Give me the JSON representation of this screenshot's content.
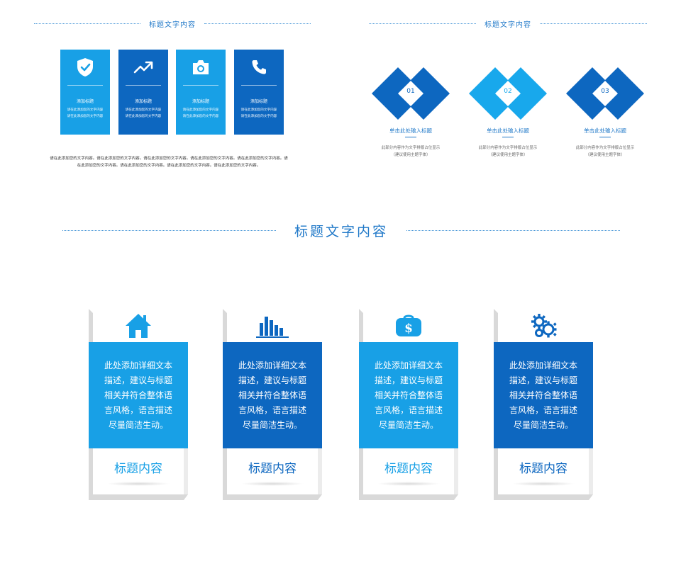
{
  "top_left": {
    "title": "标题文字内容",
    "cards": [
      {
        "icon": "shield-check-icon",
        "title": "添加标题",
        "line1": "请在此添加您的文字内容",
        "line2": "请在此添加您的文字内容",
        "color": "#18a0e6"
      },
      {
        "icon": "trend-up-icon",
        "title": "添加标题",
        "line1": "请在此添加您的文字内容",
        "line2": "请在此添加您的文字内容",
        "color": "#0d67c0"
      },
      {
        "icon": "camera-icon",
        "title": "添加标题",
        "line1": "请在此添加您的文字内容",
        "line2": "请在此添加您的文字内容",
        "color": "#18a0e6"
      },
      {
        "icon": "phone-icon",
        "title": "添加标题",
        "line1": "请在此添加您的文字内容",
        "line2": "请在此添加您的文字内容",
        "color": "#0d67c0"
      }
    ],
    "paragraph": "请在此添加您的文字内容。请在此添加您的文字内容。请在此添加您的文字内容。请在此添加您的文字内容。请在此添加您的文字内容。请在此添加您的文字内容。请在此添加您的文字内容。请在此添加您的文字内容。请在此添加您的文字内容。"
  },
  "top_right": {
    "title": "标题文字内容",
    "items": [
      {
        "num": "01",
        "title": "单击此处输入标题",
        "desc1": "此部分内容作为文字排版占位显示",
        "desc2": "（建议使用主题字体）",
        "color": "#0d67c0"
      },
      {
        "num": "02",
        "title": "单击此处输入标题",
        "desc1": "此部分内容作为文字排版占位显示",
        "desc2": "（建议使用主题字体）",
        "color": "#18a8ec"
      },
      {
        "num": "03",
        "title": "单击此处输入标题",
        "desc1": "此部分内容作为文字排版占位显示",
        "desc2": "（建议使用主题字体）",
        "color": "#0d67c0"
      }
    ]
  },
  "middle": {
    "title": "标题文字内容"
  },
  "bottom": {
    "cards": [
      {
        "icon": "house-icon",
        "text": "此处添加详细文本描述，建议与标题相关并符合整体语言风格，语言描述尽量简洁生动。",
        "title": "标题内容",
        "color": "#18a0e6"
      },
      {
        "icon": "bar-chart-icon",
        "text": "此处添加详细文本描述，建议与标题相关并符合整体语言风格，语言描述尽量简洁生动。",
        "title": "标题内容",
        "color": "#0d67c0"
      },
      {
        "icon": "money-bag-icon",
        "text": "此处添加详细文本描述，建议与标题相关并符合整体语言风格，语言描述尽量简洁生动。",
        "title": "标题内容",
        "color": "#18a0e6"
      },
      {
        "icon": "gears-icon",
        "text": "此处添加详细文本描述，建议与标题相关并符合整体语言风格，语言描述尽量简洁生动。",
        "title": "标题内容",
        "color": "#0d67c0"
      }
    ]
  }
}
